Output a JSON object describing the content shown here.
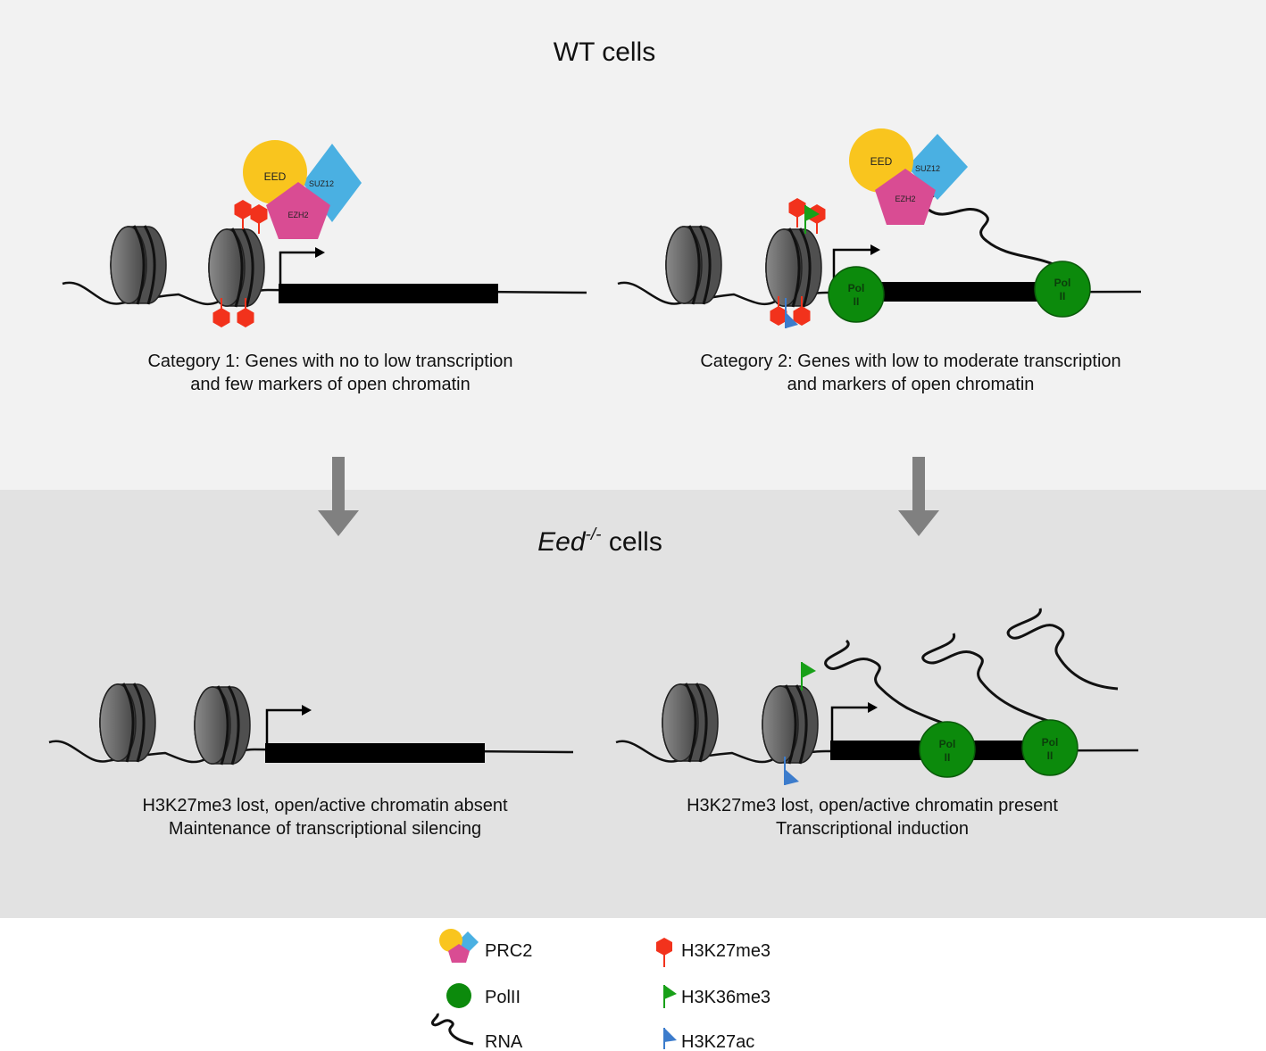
{
  "panels": {
    "wt": {
      "title": "WT cells"
    },
    "eed": {
      "title_prefix": "Eed",
      "title_sup": "-/-",
      "title_suffix": " cells"
    }
  },
  "proteins": {
    "eed": "EED",
    "suz12": "SUZ12",
    "ezh2": "EZH2",
    "pol_line1": "Pol",
    "pol_line2": "II"
  },
  "captions": {
    "cat1": [
      "Category 1: Genes with no to low transcription",
      "and few markers of open chromatin"
    ],
    "cat2": [
      "Category 2: Genes with low to moderate transcription",
      "and markers of open chromatin"
    ],
    "eed1": [
      "H3K27me3 lost, open/active chromatin absent",
      "Maintenance of transcriptional silencing"
    ],
    "eed2": [
      "H3K27me3 lost, open/active chromatin present",
      "Transcriptional induction"
    ]
  },
  "legend": {
    "prc2": "PRC2",
    "polii": "PolII",
    "rna": "RNA",
    "h3k27me3": "H3K27me3",
    "h3k36me3": "H3K36me3",
    "h3k27ac": "H3K27ac"
  },
  "colors": {
    "eed_yellow": "#F9C51E",
    "suz12_blue": "#4AB0E2",
    "ezh2_pink": "#D94C93",
    "polii_green": "#0C8A0C",
    "h3k27me3_red": "#F2321C",
    "h3k36me3_green": "#18A018",
    "h3k27ac_blue": "#3C7CCC",
    "wt_bg": "#F2F2F2",
    "eed_bg": "#E2E2E2"
  }
}
